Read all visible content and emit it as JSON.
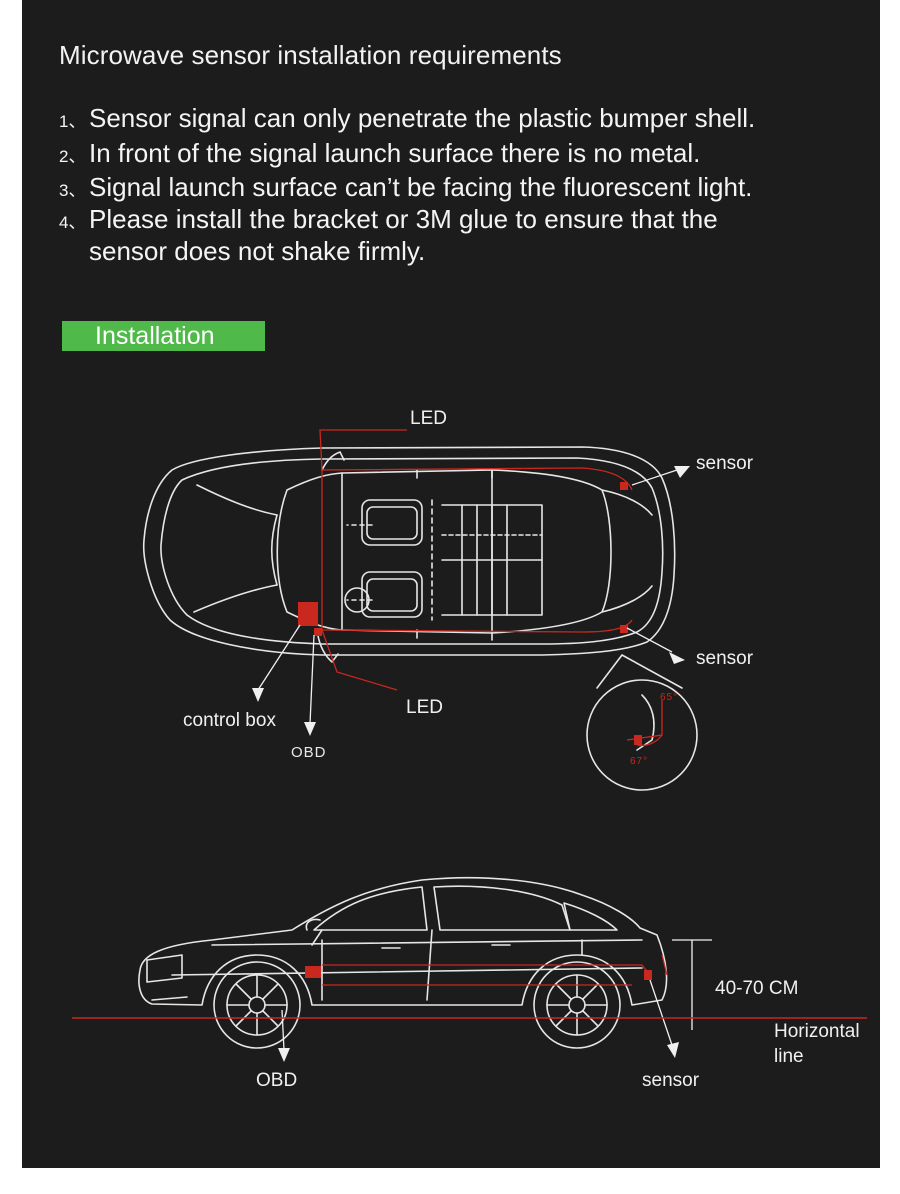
{
  "title": "Microwave sensor installation requirements",
  "requirements": [
    {
      "num": "1、",
      "text": "Sensor signal can only penetrate the plastic bumper shell."
    },
    {
      "num": "2、",
      "text": "In front of the signal launch surface there is no metal."
    },
    {
      "num": "3、",
      "text": "Signal launch surface can’t be facing the fluorescent light."
    },
    {
      "num": "4、",
      "text": "Please install the bracket or 3M glue to ensure that the",
      "continuation": "sensor does not shake firmly."
    }
  ],
  "install_badge": "Installation",
  "labels": {
    "led_top": "LED",
    "sensor_top": "sensor",
    "sensor_right": "sensor",
    "led_bottom": "LED",
    "control_box": "control box",
    "obd_top": "OBD",
    "angle_a": "65°",
    "angle_b": "67°",
    "height": "40-70 CM",
    "horizontal_1": "Horizontal",
    "horizontal_2": "line",
    "obd_side": "OBD",
    "sensor_side": "sensor"
  },
  "colors": {
    "panel": "#1c1c1c",
    "badge": "#4fba4a",
    "wire": "#c8281e",
    "outline": "#e6e6e6"
  }
}
